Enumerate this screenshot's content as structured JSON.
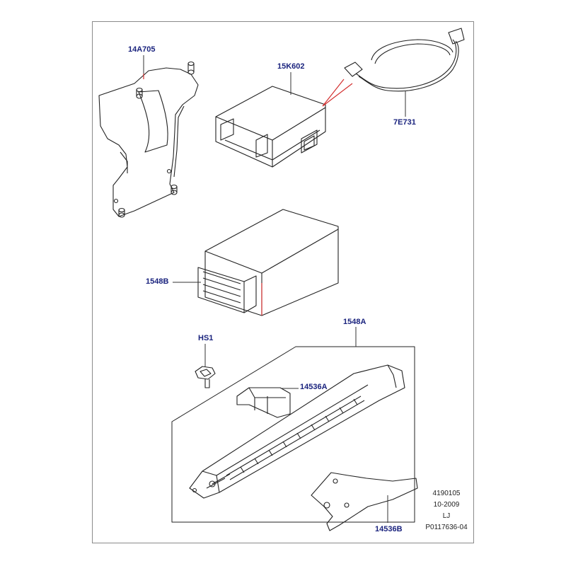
{
  "callouts": {
    "p14A705": "14A705",
    "p15K602": "15K602",
    "p7E731": "7E731",
    "p1548B": "1548B",
    "p1548A": "1548A",
    "pHS1": "HS1",
    "p14536A": "14536A",
    "p14536B": "14536B"
  },
  "footer": {
    "ref": "4190105",
    "date": "10-2009",
    "initials": "LJ",
    "drawing_no": "P0117636-04"
  },
  "colors": {
    "callout_text": "#1a237e",
    "leader_line": "#333333",
    "accent_red": "#d32f2f",
    "part_stroke": "#222222",
    "frame": "#8a8a8a"
  }
}
